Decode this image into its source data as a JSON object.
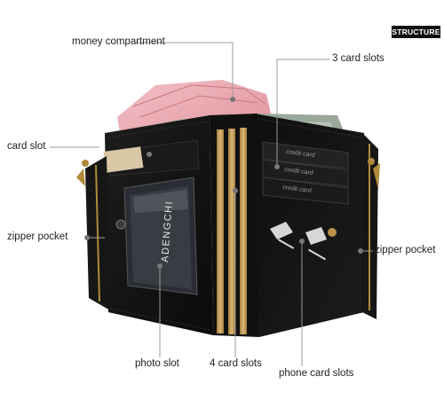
{
  "badge": "STRUCTURE",
  "callouts": {
    "money_compartment": "money compartment",
    "three_card_slots": "3 card slots",
    "card_slot": "card slot",
    "zipper_pocket_left": "zipper pocket",
    "zipper_pocket_right": "zipper pocket",
    "photo_slot": "photo slot",
    "four_card_slots": "4 card slots",
    "phone_card_slots": "phone card slots"
  },
  "wallet": {
    "brand": "ADENGCHI",
    "card_label_1": "credit card",
    "card_label_2": "credit card",
    "card_label_3": "credit card"
  },
  "colors": {
    "leather": "#121212",
    "stitch": "#2b2b2b",
    "interior_gold": "#c9a46a",
    "zipper_metal": "#b08a3a",
    "banknote_pink": "#e7a7b0",
    "banknote_green": "#9fb59a"
  }
}
